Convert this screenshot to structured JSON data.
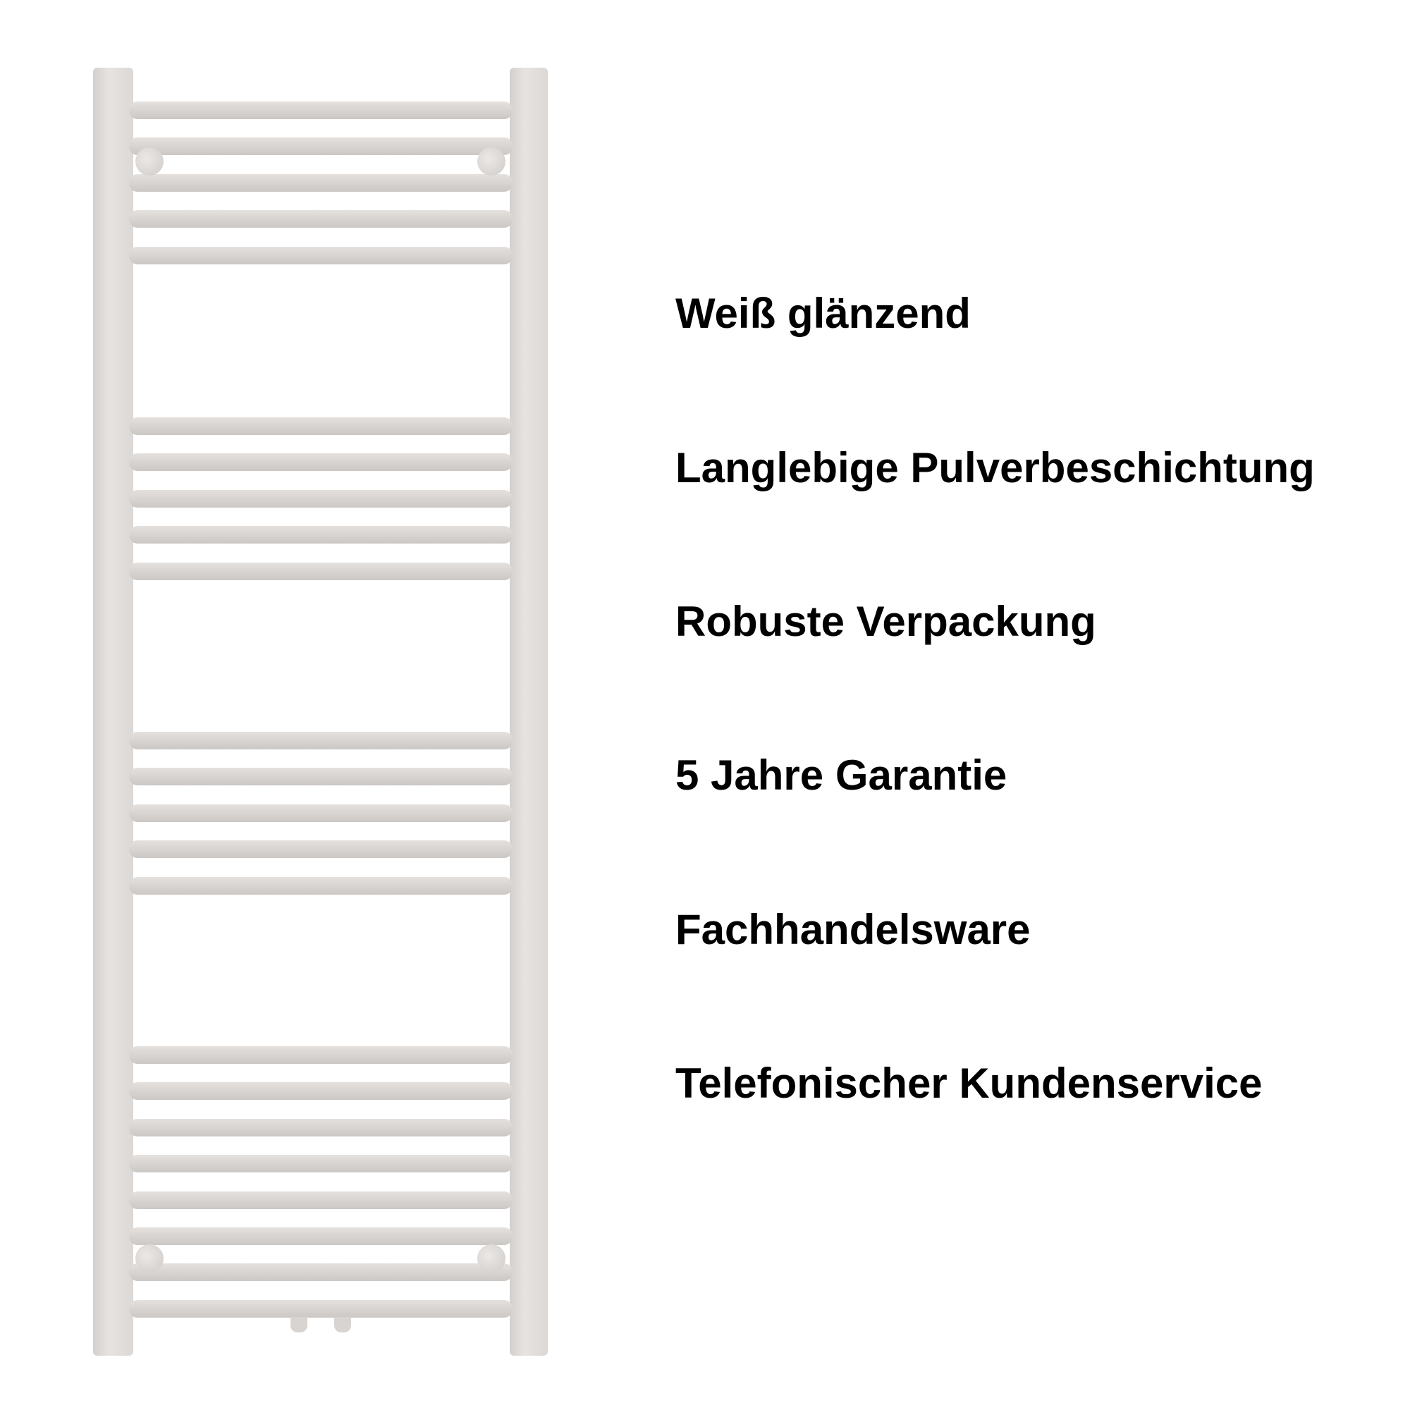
{
  "product_image": {
    "description_label": "towel-radiator",
    "color": "#dcd8d5"
  },
  "features": [
    "Weiß glänzend",
    "Langlebige Pulverbeschichtung",
    "Robuste Verpackung",
    "5 Jahre Garantie",
    "Fachhandelsware",
    "Telefonischer Kundenservice"
  ]
}
